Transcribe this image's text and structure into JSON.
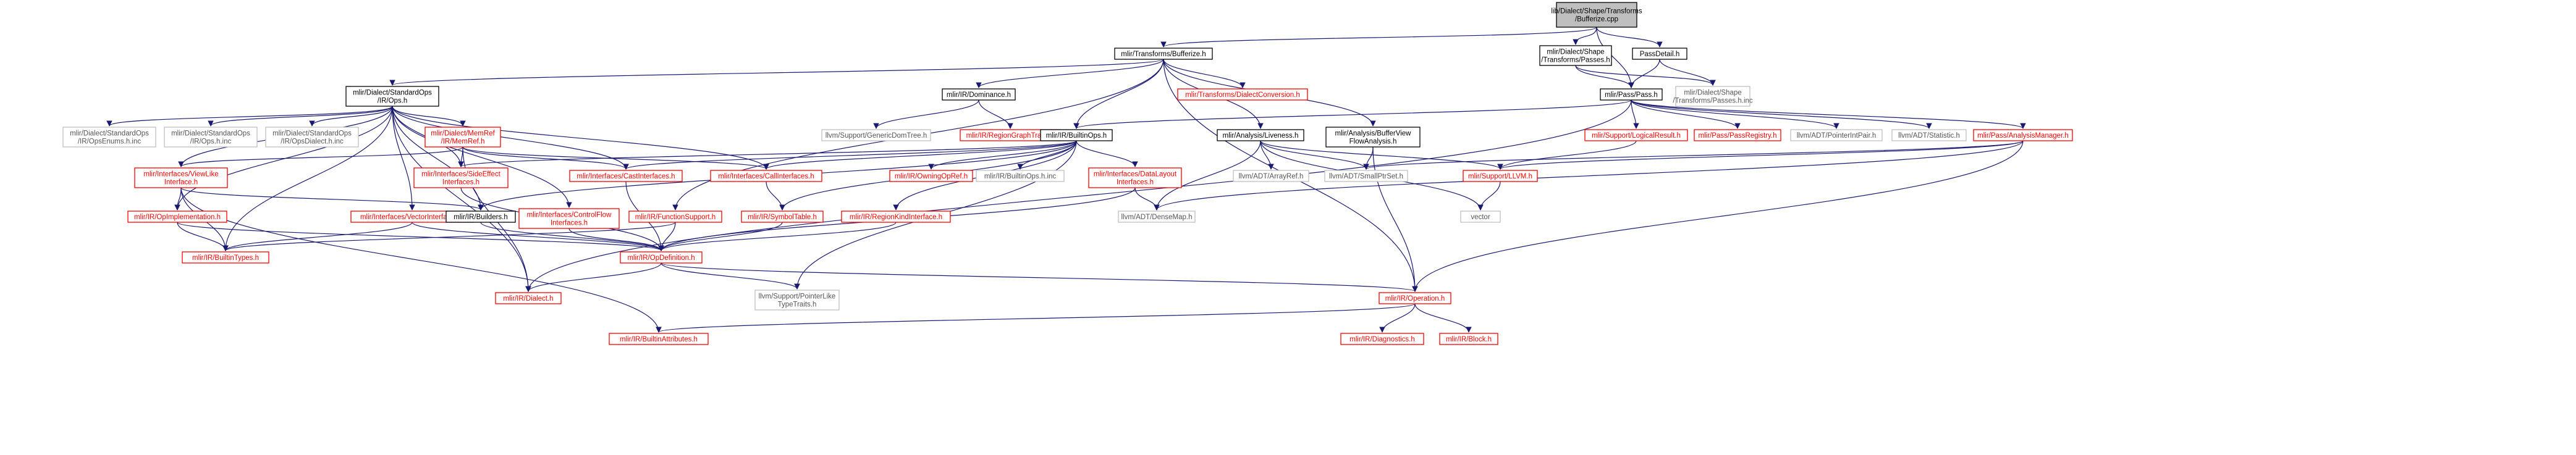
{
  "colors": {
    "root_fill": "#bfbfbf",
    "normal_border": "#000000",
    "red_border": "#ff0000",
    "grey_border": "#bfbfbf",
    "text_normal": "#000000",
    "text_red": "#ff0000",
    "text_grey": "#555555",
    "edge": "#191970",
    "edge_grey": "#9a9a9a"
  },
  "nodes": [
    {
      "id": "root",
      "lines": [
        "lib/Dialect/Shape/Transforms",
        "/Bufferize.cpp"
      ],
      "style": "root"
    },
    {
      "id": "bufferize_h",
      "lines": [
        "mlir/Transforms/Bufferize.h"
      ],
      "style": "normal"
    },
    {
      "id": "shape_passes_h",
      "lines": [
        "mlir/Dialect/Shape",
        "/Transforms/Passes.h"
      ],
      "style": "normal"
    },
    {
      "id": "passdetail_h",
      "lines": [
        "PassDetail.h"
      ],
      "style": "normal"
    },
    {
      "id": "stdops_h",
      "lines": [
        "mlir/Dialect/StandardOps",
        "/IR/Ops.h"
      ],
      "style": "normal"
    },
    {
      "id": "dominance_h",
      "lines": [
        "mlir/IR/Dominance.h"
      ],
      "style": "normal"
    },
    {
      "id": "dialectconv_h",
      "lines": [
        "mlir/Transforms/DialectConversion.h"
      ],
      "style": "red"
    },
    {
      "id": "pass_h",
      "lines": [
        "mlir/Pass/Pass.h"
      ],
      "style": "normal"
    },
    {
      "id": "shape_passes_inc",
      "lines": [
        "mlir/Dialect/Shape",
        "/Transforms/Passes.h.inc"
      ],
      "style": "grey"
    },
    {
      "id": "opsenums_inc",
      "lines": [
        "mlir/Dialect/StandardOps",
        "/IR/OpsEnums.h.inc"
      ],
      "style": "grey"
    },
    {
      "id": "ops_inc",
      "lines": [
        "mlir/Dialect/StandardOps",
        "/IR/Ops.h.inc"
      ],
      "style": "grey"
    },
    {
      "id": "opsdialect_inc",
      "lines": [
        "mlir/Dialect/StandardOps",
        "/IR/OpsDialect.h.inc"
      ],
      "style": "grey"
    },
    {
      "id": "memref_h",
      "lines": [
        "mlir/Dialect/MemRef",
        "/IR/MemRef.h"
      ],
      "style": "red"
    },
    {
      "id": "gendomtree",
      "lines": [
        "llvm/Support/GenericDomTree.h"
      ],
      "style": "grey"
    },
    {
      "id": "regiongraph_h",
      "lines": [
        "mlir/IR/RegionGraphTraits.h"
      ],
      "style": "red"
    },
    {
      "id": "builtinops_h",
      "lines": [
        "mlir/IR/BuiltinOps.h"
      ],
      "style": "normal"
    },
    {
      "id": "liveness_h",
      "lines": [
        "mlir/Analysis/Liveness.h"
      ],
      "style": "normal"
    },
    {
      "id": "bufview_h",
      "lines": [
        "mlir/Analysis/BufferView",
        "FlowAnalysis.h"
      ],
      "style": "normal"
    },
    {
      "id": "logical_h",
      "lines": [
        "mlir/Support/LogicalResult.h"
      ],
      "style": "red"
    },
    {
      "id": "passreg_h",
      "lines": [
        "mlir/Pass/PassRegistry.h"
      ],
      "style": "red"
    },
    {
      "id": "ptrintpair",
      "lines": [
        "llvm/ADT/PointerIntPair.h"
      ],
      "style": "grey"
    },
    {
      "id": "statistic",
      "lines": [
        "llvm/ADT/Statistic.h"
      ],
      "style": "grey"
    },
    {
      "id": "analysisman_h",
      "lines": [
        "mlir/Pass/AnalysisManager.h"
      ],
      "style": "red"
    },
    {
      "id": "viewlike_h",
      "lines": [
        "mlir/Interfaces/ViewLike",
        "Interface.h"
      ],
      "style": "red"
    },
    {
      "id": "sideeffect_h",
      "lines": [
        "mlir/Interfaces/SideEffect",
        "Interfaces.h"
      ],
      "style": "red"
    },
    {
      "id": "cast_h",
      "lines": [
        "mlir/Interfaces/CastInterfaces.h"
      ],
      "style": "red"
    },
    {
      "id": "call_h",
      "lines": [
        "mlir/Interfaces/CallInterfaces.h"
      ],
      "style": "red"
    },
    {
      "id": "owningopref_h",
      "lines": [
        "mlir/IR/OwningOpRef.h"
      ],
      "style": "red"
    },
    {
      "id": "builtinops_inc",
      "lines": [
        "mlir/IR/BuiltinOps.h.inc"
      ],
      "style": "grey"
    },
    {
      "id": "datalayout_h",
      "lines": [
        "mlir/Interfaces/DataLayout",
        "Interfaces.h"
      ],
      "style": "red"
    },
    {
      "id": "arrayref",
      "lines": [
        "llvm/ADT/ArrayRef.h"
      ],
      "style": "grey"
    },
    {
      "id": "smallptrset",
      "lines": [
        "llvm/ADT/SmallPtrSet.h"
      ],
      "style": "grey"
    },
    {
      "id": "support_llvm_h",
      "lines": [
        "mlir/Support/LLVM.h"
      ],
      "style": "red"
    },
    {
      "id": "opimpl_h",
      "lines": [
        "mlir/IR/OpImplementation.h"
      ],
      "style": "red"
    },
    {
      "id": "vectorif_h",
      "lines": [
        "mlir/Interfaces/VectorInterfaces.h"
      ],
      "style": "red"
    },
    {
      "id": "builders_h",
      "lines": [
        "mlir/IR/Builders.h"
      ],
      "style": "normal"
    },
    {
      "id": "controlflow_h",
      "lines": [
        "mlir/Interfaces/ControlFlow",
        "Interfaces.h"
      ],
      "style": "red"
    },
    {
      "id": "funcsupport_h",
      "lines": [
        "mlir/IR/FunctionSupport.h"
      ],
      "style": "red"
    },
    {
      "id": "symboltable_h",
      "lines": [
        "mlir/IR/SymbolTable.h"
      ],
      "style": "red"
    },
    {
      "id": "regionkind_h",
      "lines": [
        "mlir/IR/RegionKindInterface.h"
      ],
      "style": "red"
    },
    {
      "id": "densemap",
      "lines": [
        "llvm/ADT/DenseMap.h"
      ],
      "style": "grey"
    },
    {
      "id": "vector",
      "lines": [
        "vector"
      ],
      "style": "grey"
    },
    {
      "id": "builtintypes_h",
      "lines": [
        "mlir/IR/BuiltinTypes.h"
      ],
      "style": "red"
    },
    {
      "id": "opdef_h",
      "lines": [
        "mlir/IR/OpDefinition.h"
      ],
      "style": "red"
    },
    {
      "id": "dialect_h",
      "lines": [
        "mlir/IR/Dialect.h"
      ],
      "style": "red"
    },
    {
      "id": "ptrlike",
      "lines": [
        "llvm/Support/PointerLike",
        "TypeTraits.h"
      ],
      "style": "grey"
    },
    {
      "id": "operation_h",
      "lines": [
        "mlir/IR/Operation.h"
      ],
      "style": "red"
    },
    {
      "id": "builtinattrs_h",
      "lines": [
        "mlir/IR/BuiltinAttributes.h"
      ],
      "style": "red"
    },
    {
      "id": "diagnostics_h",
      "lines": [
        "mlir/IR/Diagnostics.h"
      ],
      "style": "red"
    },
    {
      "id": "block_h",
      "lines": [
        "mlir/IR/Block.h"
      ],
      "style": "red"
    }
  ],
  "edges": [
    [
      "root",
      "bufferize_h"
    ],
    [
      "root",
      "shape_passes_h"
    ],
    [
      "root",
      "passdetail_h"
    ],
    [
      "root",
      "pass_h"
    ],
    [
      "bufferize_h",
      "stdops_h"
    ],
    [
      "bufferize_h",
      "dominance_h"
    ],
    [
      "bufferize_h",
      "dialectconv_h"
    ],
    [
      "bufferize_h",
      "builtinops_h"
    ],
    [
      "bufferize_h",
      "liveness_h"
    ],
    [
      "bufferize_h",
      "bufview_h"
    ],
    [
      "bufferize_h",
      "operation_h"
    ],
    [
      "bufferize_h",
      "funcsupport_h"
    ],
    [
      "shape_passes_h",
      "pass_h"
    ],
    [
      "shape_passes_h",
      "shape_passes_inc"
    ],
    [
      "passdetail_h",
      "pass_h"
    ],
    [
      "passdetail_h",
      "shape_passes_inc"
    ],
    [
      "stdops_h",
      "opsenums_inc"
    ],
    [
      "stdops_h",
      "ops_inc"
    ],
    [
      "stdops_h",
      "opsdialect_inc"
    ],
    [
      "stdops_h",
      "memref_h"
    ],
    [
      "stdops_h",
      "viewlike_h"
    ],
    [
      "stdops_h",
      "sideeffect_h"
    ],
    [
      "stdops_h",
      "cast_h"
    ],
    [
      "stdops_h",
      "call_h"
    ],
    [
      "stdops_h",
      "opimpl_h"
    ],
    [
      "stdops_h",
      "vectorif_h"
    ],
    [
      "stdops_h",
      "builders_h"
    ],
    [
      "stdops_h",
      "controlflow_h"
    ],
    [
      "stdops_h",
      "builtintypes_h"
    ],
    [
      "stdops_h",
      "dialect_h"
    ],
    [
      "dominance_h",
      "gendomtree"
    ],
    [
      "dominance_h",
      "regiongraph_h"
    ],
    [
      "pass_h",
      "builtinops_h"
    ],
    [
      "pass_h",
      "logical_h"
    ],
    [
      "pass_h",
      "passreg_h"
    ],
    [
      "pass_h",
      "ptrintpair"
    ],
    [
      "pass_h",
      "statistic"
    ],
    [
      "pass_h",
      "analysisman_h"
    ],
    [
      "pass_h",
      "dialect_h"
    ],
    [
      "memref_h",
      "viewlike_h"
    ],
    [
      "memref_h",
      "sideeffect_h"
    ],
    [
      "memref_h",
      "cast_h"
    ],
    [
      "memref_h",
      "call_h"
    ],
    [
      "memref_h",
      "dialect_h"
    ],
    [
      "builtinops_h",
      "sideeffect_h"
    ],
    [
      "builtinops_h",
      "cast_h"
    ],
    [
      "builtinops_h",
      "call_h"
    ],
    [
      "builtinops_h",
      "owningopref_h"
    ],
    [
      "builtinops_h",
      "builtinops_inc"
    ],
    [
      "builtinops_h",
      "datalayout_h"
    ],
    [
      "builtinops_h",
      "symboltable_h"
    ],
    [
      "builtinops_h",
      "regionkind_h"
    ],
    [
      "builtinops_h",
      "builders_h"
    ],
    [
      "builtinops_h",
      "ptrlike"
    ],
    [
      "liveness_h",
      "arrayref"
    ],
    [
      "liveness_h",
      "smallptrset"
    ],
    [
      "liveness_h",
      "support_llvm_h"
    ],
    [
      "liveness_h",
      "densemap"
    ],
    [
      "liveness_h",
      "vector"
    ],
    [
      "bufview_h",
      "smallptrset"
    ],
    [
      "bufview_h",
      "operation_h"
    ],
    [
      "logical_h",
      "support_llvm_h"
    ],
    [
      "analysisman_h",
      "support_llvm_h"
    ],
    [
      "analysisman_h",
      "smallptrset"
    ],
    [
      "analysisman_h",
      "densemap"
    ],
    [
      "analysisman_h",
      "operation_h"
    ],
    [
      "viewlike_h",
      "opimpl_h"
    ],
    [
      "viewlike_h",
      "builders_h"
    ],
    [
      "viewlike_h",
      "builtintypes_h"
    ],
    [
      "viewlike_h",
      "builtinattrs_h"
    ],
    [
      "sideeffect_h",
      "opdef_h"
    ],
    [
      "cast_h",
      "opdef_h"
    ],
    [
      "call_h",
      "symboltable_h"
    ],
    [
      "datalayout_h",
      "densemap"
    ],
    [
      "datalayout_h",
      "opdef_h"
    ],
    [
      "support_llvm_h",
      "vector"
    ],
    [
      "opimpl_h",
      "builtintypes_h"
    ],
    [
      "opimpl_h",
      "opdef_h"
    ],
    [
      "vectorif_h",
      "builtintypes_h"
    ],
    [
      "vectorif_h",
      "opdef_h"
    ],
    [
      "builders_h",
      "opdef_h"
    ],
    [
      "controlflow_h",
      "opdef_h"
    ],
    [
      "funcsupport_h",
      "builtintypes_h"
    ],
    [
      "funcsupport_h",
      "opdef_h"
    ],
    [
      "symboltable_h",
      "opdef_h"
    ],
    [
      "regionkind_h",
      "opdef_h"
    ],
    [
      "opdef_h",
      "dialect_h"
    ],
    [
      "opdef_h",
      "ptrlike"
    ],
    [
      "opdef_h",
      "operation_h"
    ],
    [
      "operation_h",
      "builtinattrs_h"
    ],
    [
      "operation_h",
      "diagnostics_h"
    ],
    [
      "operation_h",
      "block_h"
    ]
  ]
}
